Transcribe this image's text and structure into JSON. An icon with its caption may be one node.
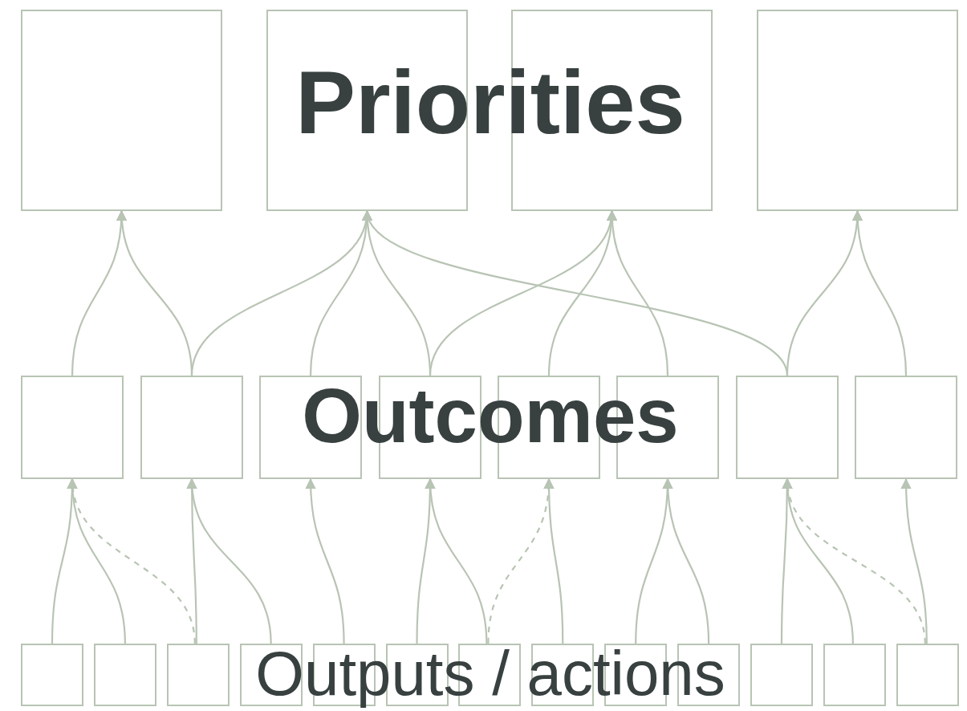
{
  "diagram": {
    "nodes": [
      {
        "text": [],
        "shape": "box"
      },
      {
        "text": [],
        "shape": "box"
      },
      {
        "text": [],
        "shape": "box"
      },
      {
        "text": [],
        "shape": "box"
      },
      {
        "text": [],
        "shape": "box"
      },
      {
        "text": [],
        "shape": "box"
      },
      {
        "text": [],
        "shape": "box"
      },
      {
        "text": [],
        "shape": "box"
      },
      {
        "text": [],
        "shape": "box"
      },
      {
        "text": [],
        "shape": "box"
      },
      {
        "text": [],
        "shape": "box"
      },
      {
        "text": [],
        "shape": "box"
      },
      {
        "text": [],
        "shape": "box"
      },
      {
        "text": [],
        "shape": "box"
      },
      {
        "text": [],
        "shape": "box"
      },
      {
        "text": [],
        "shape": "box"
      },
      {
        "text": [],
        "shape": "box"
      },
      {
        "text": [],
        "shape": "box"
      },
      {
        "text": [],
        "shape": "box"
      },
      {
        "text": [],
        "shape": "box"
      },
      {
        "text": [],
        "shape": "box"
      },
      {
        "text": [],
        "shape": "box"
      },
      {
        "text": [],
        "shape": "box"
      },
      {
        "text": [],
        "shape": "box"
      },
      {
        "text": [],
        "shape": "box"
      }
    ],
    "edges": [
      {
        "from": 4,
        "to": 0,
        "arrow": "to"
      },
      {
        "from": 5,
        "to": 0,
        "arrow": "to"
      },
      {
        "from": 5,
        "to": 1,
        "arrow": "to"
      },
      {
        "from": 6,
        "to": 1,
        "arrow": "to"
      },
      {
        "from": 7,
        "to": 1,
        "arrow": "to"
      },
      {
        "from": 7,
        "to": 2,
        "arrow": "to"
      },
      {
        "from": 8,
        "to": 2,
        "arrow": "to"
      },
      {
        "from": 9,
        "to": 2,
        "arrow": "to"
      },
      {
        "from": 10,
        "to": 1,
        "arrow": "to"
      },
      {
        "from": 10,
        "to": 3,
        "arrow": "to"
      },
      {
        "from": 11,
        "to": 3,
        "arrow": "to"
      },
      {
        "from": 12,
        "to": 4,
        "arrow": "to"
      },
      {
        "from": 13,
        "to": 4,
        "arrow": "to"
      },
      {
        "from": 14,
        "to": 4,
        "arrow": "to",
        "style": "dashed"
      },
      {
        "from": 14,
        "to": 5,
        "arrow": "to"
      },
      {
        "from": 15,
        "to": 5,
        "arrow": "to"
      },
      {
        "from": 16,
        "to": 6,
        "arrow": "to"
      },
      {
        "from": 17,
        "to": 7,
        "arrow": "to"
      },
      {
        "from": 18,
        "to": 7,
        "arrow": "to"
      },
      {
        "from": 18,
        "to": 8,
        "arrow": "to",
        "style": "dashed"
      },
      {
        "from": 19,
        "to": 8,
        "arrow": "to"
      },
      {
        "from": 20,
        "to": 9,
        "arrow": "to"
      },
      {
        "from": 21,
        "to": 9,
        "arrow": "to"
      },
      {
        "from": 22,
        "to": 10,
        "arrow": "to"
      },
      {
        "from": 23,
        "to": 10,
        "arrow": "to"
      },
      {
        "from": 24,
        "to": 10,
        "arrow": "to",
        "style": "dashed"
      },
      {
        "from": 24,
        "to": 11,
        "arrow": "to"
      }
    ],
    "labels": [
      "Priorities",
      "Outcomes",
      "Outputs / actions"
    ]
  }
}
